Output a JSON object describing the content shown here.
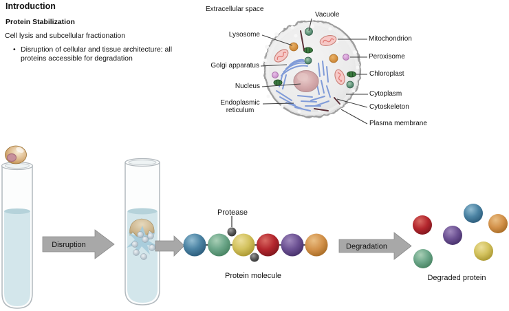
{
  "slide": {
    "title": "Introduction",
    "section": "Protein Stabilization",
    "lead": "Cell lysis and subcellular fractionation",
    "bullet": "Disruption of cellular and tissue architecture: all proteins accessible for degradation"
  },
  "cell_diagram": {
    "labels": {
      "extracellular_space": "Extracellular space",
      "vacuole": "Vacuole",
      "lysosome": "Lysosome",
      "golgi_apparatus": "Golgi apparatus",
      "nucleus": "Nucleus",
      "endoplasmic_reticulum": "Endoplasmic reticulum",
      "mitochondrion": "Mitochondrion",
      "peroxisome": "Peroxisome",
      "chloroplast": "Chloroplast",
      "cytoplasm": "Cytoplasm",
      "cytoskeleton": "Cytoskeleton",
      "plasma_membrane": "Plasma membrane"
    },
    "colors": {
      "cell_body": "#ececec",
      "membrane": "#9d9d9d",
      "nucleus": "#d4a9ab",
      "mitochondrion": "#f6c9c7",
      "chloroplast": "#3b7a3f",
      "lysosome": "#d89040",
      "peroxisome": "#d99bda",
      "vesicle_green": "#64967c",
      "golgi_er": "#809bd8",
      "cytoskeleton": "#5c3038"
    }
  },
  "process": {
    "steps": {
      "disruption": "Disruption",
      "degradation": "Degradation"
    },
    "protease_label": "Protease",
    "protein_molecule_label": "Protein molecule",
    "degraded_protein_label": "Degraded protein",
    "arrow_color": "#a8a8a8",
    "bead_colors": {
      "blue": "#4c84a4",
      "green": "#6da78a",
      "yellow": "#d3c25e",
      "red": "#b3262d",
      "purple": "#6b5092",
      "orange": "#d2914a"
    },
    "protease_color": "#4c4c4c",
    "liquid_color": "#d3e6eb",
    "cell_color": "#ddb98b"
  }
}
